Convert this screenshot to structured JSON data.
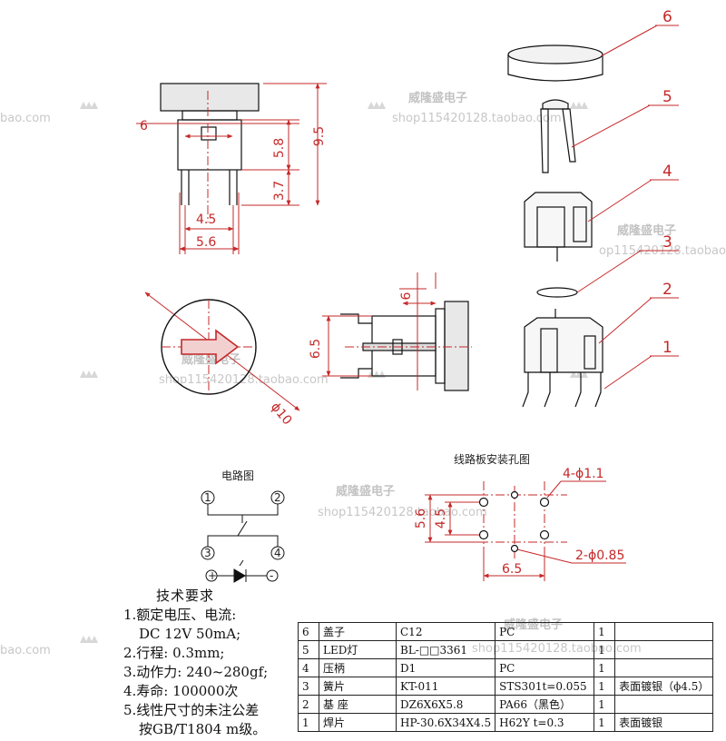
{
  "watermark": {
    "shop_name": "威隆盛电子",
    "shop_url": "shop115420128.taobao.com",
    "shop_url_partial": "bao.com",
    "shop_url_left": "op115420128.taobao.com"
  },
  "top_view_dims": {
    "cap_width": "6",
    "height_total": "9.5",
    "height_body": "5.8",
    "height_pins": "3.7",
    "pin_pitch": "4.5",
    "body_width": "5.6"
  },
  "round_view": {
    "diameter": "ϕ10"
  },
  "side_view": {
    "width": "6",
    "height": "6.5"
  },
  "exploded_callouts": [
    "6",
    "5",
    "4",
    "3",
    "2",
    "1"
  ],
  "circuit": {
    "title": "电路图",
    "pins": [
      "1",
      "2",
      "3",
      "4"
    ],
    "plus": "+",
    "minus": "-"
  },
  "pcb": {
    "title": "线路板安装孔图",
    "holes4": "4-ϕ1.1",
    "holes2": "2-ϕ0.85",
    "height_outer": "5.6",
    "height_inner": "4.5",
    "width": "6.5"
  },
  "spec": {
    "title": "技术要求",
    "lines": [
      "1.额定电压、电流:",
      "DC 12V 50mA;",
      "2.行程: 0.3mm;",
      "3.动作力: 240~280gf;",
      "4.寿命: 100000次",
      "5.线性尺寸的未注公差",
      "按GB/T1804 m级。"
    ]
  },
  "bom": [
    [
      "6",
      "盖子",
      "C12",
      "PC",
      "1",
      ""
    ],
    [
      "5",
      "LED灯",
      "BL-□□3361",
      "",
      "1",
      ""
    ],
    [
      "4",
      "压柄",
      "D1",
      "PC",
      "1",
      ""
    ],
    [
      "3",
      "簧片",
      "KT-011",
      "STS301t=0.055",
      "1",
      "表面镀银（ϕ4.5）"
    ],
    [
      "2",
      "基 座",
      "DZ6X6X5.8",
      "PA66（黑色）",
      "1",
      ""
    ],
    [
      "1",
      "焊片",
      "HP-30.6X34X4.5",
      "H62Y t=0.3",
      "1",
      "表面镀银"
    ]
  ]
}
